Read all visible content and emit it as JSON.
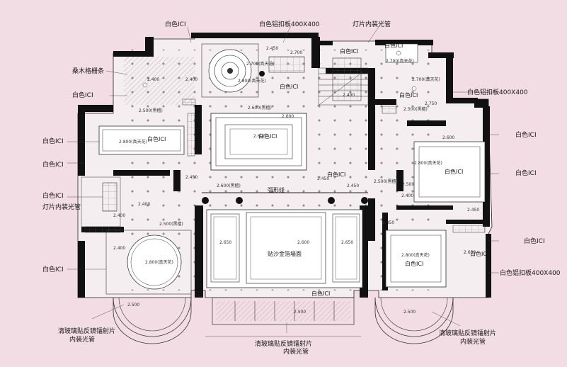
{
  "labels": {
    "top_left_ici": "白色ICI",
    "top_center_al": "白色铝扣板400X400",
    "top_right_tube": "灯片内装光管",
    "sauna_wood": "桑木格栅条",
    "left_ici_1": "白色ICI",
    "left_ici_2": "白色ICI",
    "left_ici_3": "白色ICI",
    "left_tube": "灯片内装光管",
    "left_ici_4": "白色ICI",
    "right_ici_1": "白色ICI",
    "right_ici_2": "白色ICI",
    "right_al_1": "白色铝扣板400X400",
    "right_ici_3": "白色ICI",
    "right_al_2": "白色铝扣板400X400",
    "bl_glass_1": "清玻璃贴反镜镭射片",
    "bl_glass_2": "内装光管",
    "bc_glass_1": "清玻璃贴反镜镭射片",
    "bc_glass_2": "内装光管",
    "br_glass_1": "清玻璃贴反镜镭射片",
    "br_glass_2": "内装光管",
    "c_ici_top": "白色ICI",
    "c_ici_mid": "白色ICI",
    "c_ici_mid2": "白色ICI",
    "c_ici_bottom": "白色ICI",
    "arc_line": "弧形线",
    "gold_foil": "贴沙金箔墙面",
    "room_ici_left": "白色ICI",
    "room_ici_right": "白色ICI",
    "room_ici_right2": "白色ICI",
    "room_ici_center": "白色ICI",
    "room_ici_bl": "白色ICI",
    "room_ici_tr": "白色ICI",
    "room_ici_tl2": "白色ICI",
    "room_ici_br": "白色ICI"
  },
  "dims": {
    "d1": "2.450",
    "d2": "2.700",
    "d3": "2.600",
    "d4": "2.500(黑檀)",
    "d5": "2.800(真天花)",
    "d6": "2.600(黑檀)",
    "d7": "2.450",
    "d8": "2.450",
    "d9": "2.800(真天花)",
    "d10": "2.400",
    "d11": "2.700(真天花)",
    "d12": "2.400",
    "d13": "2.500(黑檀)",
    "d14": "2.600",
    "d15": "2.750",
    "d16": "2.700(真天花)",
    "d17": "2.600",
    "d18": "2.800(真天花)",
    "d19": "2.500(黑檀)",
    "d20": "2.400",
    "d21": "2.400",
    "d22": "2.650",
    "d23": "2.650",
    "d24": "2.600",
    "d25": "2.450",
    "d26": "2.800(真天花)",
    "d27": "2.800(真天花)",
    "d28": "2.600(黑檀)",
    "d29": "2.400",
    "d30": "2.500",
    "d31": "2.400",
    "d32": "2.700(真天花)",
    "d33": "2.450",
    "d34": "2.650",
    "d35": "2.450",
    "d36": "2.400",
    "d37": "2.500(黑檀)",
    "d38": "2.500",
    "d39": "2.500",
    "d40": "2.500"
  },
  "colors": {
    "paper": "#f2dde4",
    "wall": "#111111",
    "line": "#2a2a2a",
    "fill_light": "#f7f4f4"
  }
}
